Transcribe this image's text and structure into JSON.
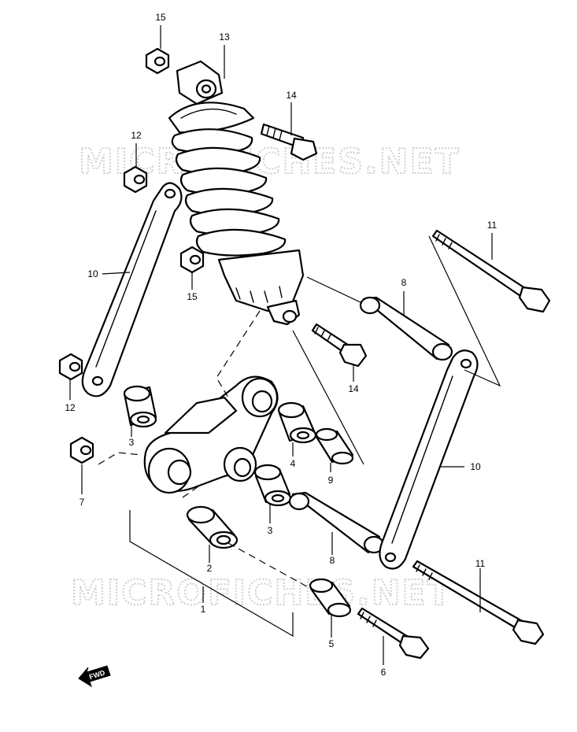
{
  "watermark": "MICROFICHES.NET",
  "fwd_label": "FWD",
  "callouts": {
    "c1": "1",
    "c2": "2",
    "c3a": "3",
    "c3b": "3",
    "c4": "4",
    "c5": "5",
    "c6": "6",
    "c7": "7",
    "c8a": "8",
    "c8b": "8",
    "c9": "9",
    "c10a": "10",
    "c10b": "10",
    "c11a": "11",
    "c11b": "11",
    "c12a": "12",
    "c12b": "12",
    "c13": "13",
    "c14a": "14",
    "c14b": "14",
    "c15a": "15",
    "c15b": "15"
  },
  "colors": {
    "line": "#000000",
    "background": "#ffffff",
    "watermark": "#cfcfcf"
  }
}
